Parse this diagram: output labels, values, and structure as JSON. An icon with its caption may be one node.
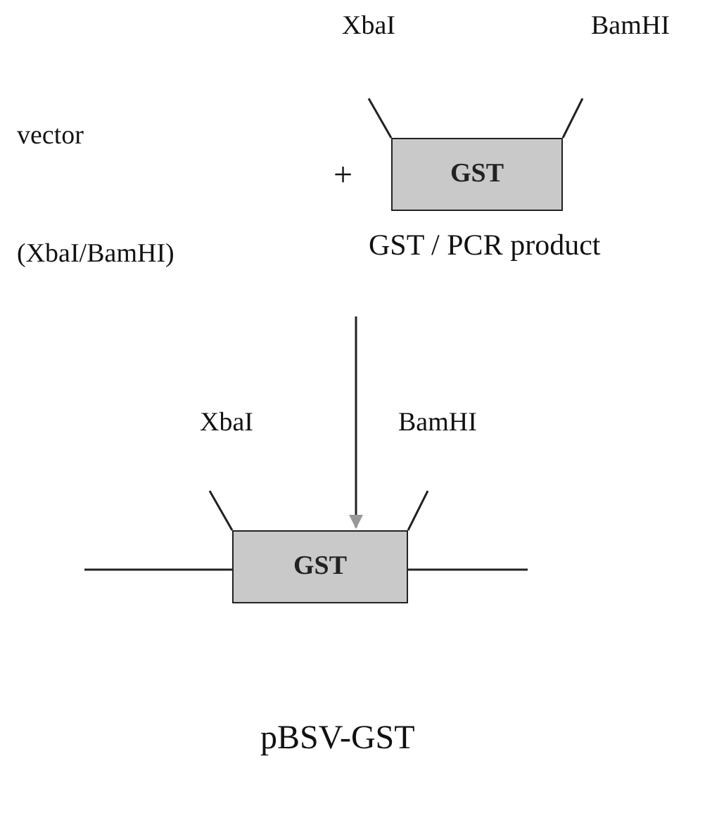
{
  "diagram": {
    "nodes": [
      {
        "text": [
          "vector",
          "(XbaI/BamHI)"
        ]
      },
      {
        "text": [
          "GST"
        ],
        "beside": [
          "GST / PCR product"
        ]
      },
      {
        "text": [
          "GST"
        ],
        "beside": [
          "pBSV-GST"
        ]
      }
    ],
    "edges": [
      {
        "from": null,
        "to": 2,
        "arrow": "to"
      }
    ],
    "labels": [
      "XbaI",
      "BamHI",
      "+",
      "XbaI",
      "BamHI"
    ]
  }
}
